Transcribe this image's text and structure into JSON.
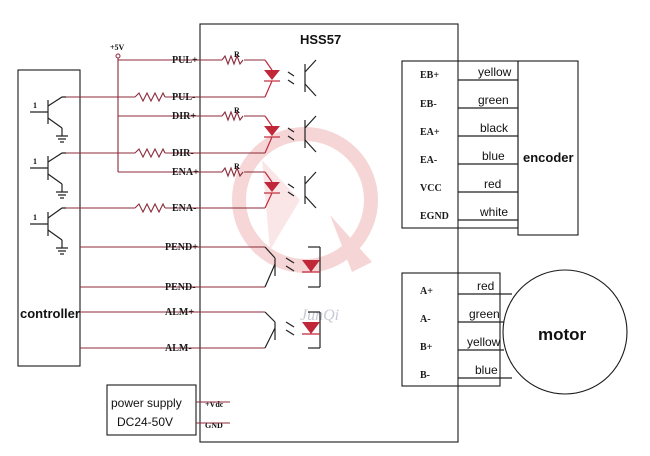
{
  "driver": {
    "title": "HSS57"
  },
  "controller": {
    "label": "controller"
  },
  "encoder": {
    "label": "encoder"
  },
  "motor": {
    "label": "motor"
  },
  "power": {
    "line1": "power supply",
    "line2": "DC24-50V",
    "vdc": "+Vdc",
    "gnd": "GND"
  },
  "supply_label": "+5V",
  "resistor_label": "R",
  "transistor_base_label": "1",
  "inputs": [
    "PUL+",
    "PUL-",
    "DIR+",
    "DIR-",
    "ENA+",
    "ENA-",
    "PEND+",
    "PEND-",
    "ALM+",
    "ALM-"
  ],
  "encoder_pins": [
    {
      "pin": "EB+",
      "color": "yellow"
    },
    {
      "pin": "EB-",
      "color": "green"
    },
    {
      "pin": "EA+",
      "color": "black"
    },
    {
      "pin": "EA-",
      "color": "blue"
    },
    {
      "pin": "VCC",
      "color": "red"
    },
    {
      "pin": "EGND",
      "color": "white"
    }
  ],
  "motor_pins": [
    {
      "pin": "A+",
      "color": "red"
    },
    {
      "pin": "A-",
      "color": "green"
    },
    {
      "pin": "B+",
      "color": "yellow"
    },
    {
      "pin": "B-",
      "color": "blue"
    }
  ],
  "watermark": "JunQi",
  "colors": {
    "wire": "#8b2a3a",
    "led": "#c0283a",
    "watermark": "#e58a8a"
  }
}
